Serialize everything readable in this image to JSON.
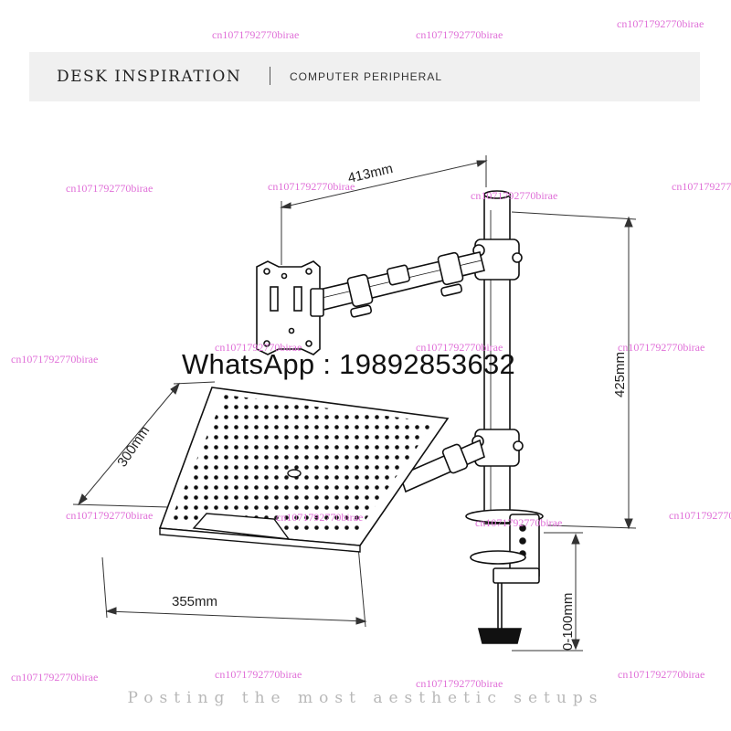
{
  "header": {
    "brand": "DESK INSPIRATION",
    "category": "COMPUTER PERIPHERAL"
  },
  "dimensions": {
    "arm_reach": "413mm",
    "pole_height": "425mm",
    "tray_depth": "300mm",
    "tray_width": "355mm",
    "clamp_range": "0-100mm"
  },
  "contact": {
    "text": "WhatsApp : 19892853632"
  },
  "watermark": {
    "text": "cn1071792770birae"
  },
  "footer": {
    "tagline": "Posting the most aesthetic setups"
  },
  "colors": {
    "watermark": "#e070d8",
    "line": "#111111",
    "header_bg": "#f0f0f0"
  }
}
